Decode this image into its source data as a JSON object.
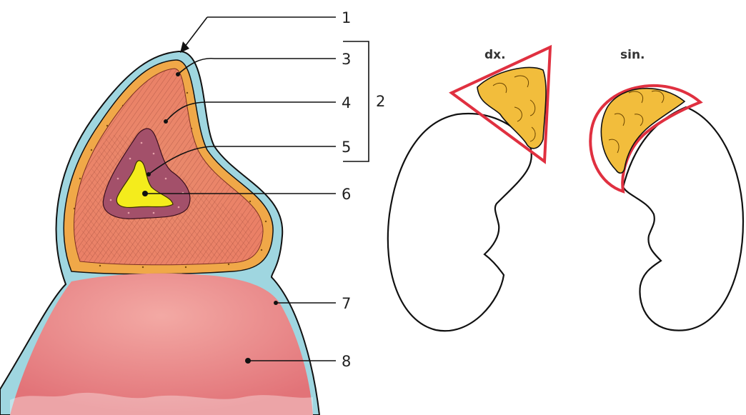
{
  "labels": {
    "n1": "1",
    "n2": "2",
    "n3": "3",
    "n4": "4",
    "n5": "5",
    "n6": "6",
    "n7": "7",
    "n8": "8"
  },
  "sides": {
    "right": "dx.",
    "left": "sin."
  },
  "colors": {
    "capsule": "#9fd6e0",
    "outline": "#111111",
    "zona_glomerulosa": "#f0a848",
    "zona_fasciculata": "#e98a6c",
    "zona_reticularis": "#a3506a",
    "medulla": "#f4ec1c",
    "kidney": "#e87d80",
    "gland_highlight": "#e03040",
    "adrenal_yellow": "#f2bd3c"
  }
}
